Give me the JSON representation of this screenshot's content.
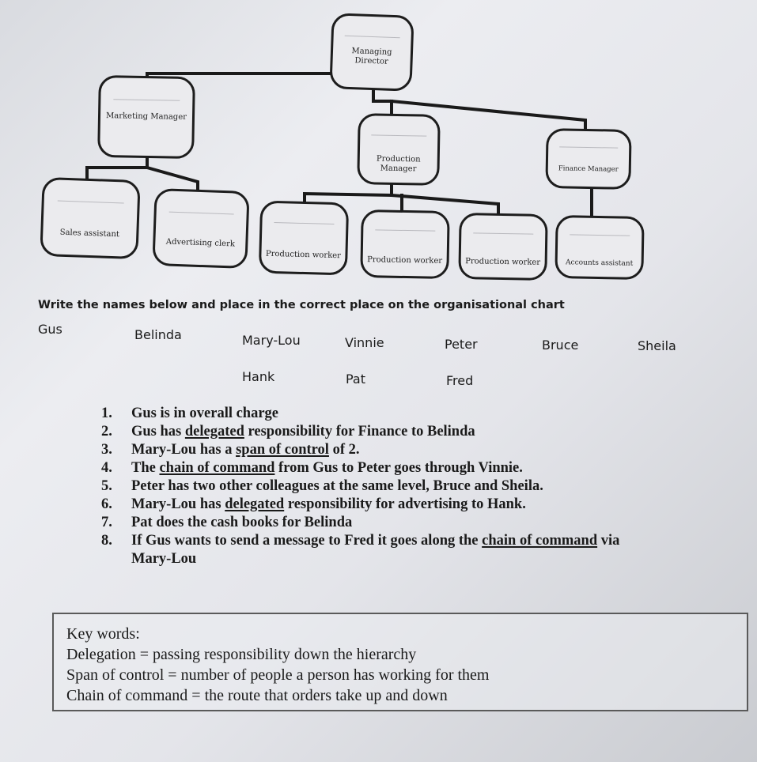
{
  "org_chart": {
    "top": "Managing Director",
    "managers": [
      "Marketing Manager",
      "Production Manager",
      "Finance Manager"
    ],
    "staff": [
      "Sales assistant",
      "Advertising clerk",
      "Production worker",
      "Production worker",
      "Production worker",
      "Accounts assistant"
    ]
  },
  "instruction": "Write the names below and place in the correct place on the organisational chart",
  "names_row1": [
    "Gus",
    "Belinda",
    "Mary-Lou",
    "Vinnie",
    "Peter",
    "Bruce",
    "Sheila"
  ],
  "names_row2": [
    "Hank",
    "Pat",
    "Fred"
  ],
  "clues": [
    {
      "num": "1.",
      "pre": "Gus is in overall charge"
    },
    {
      "num": "2.",
      "pre": "Gus has ",
      "u": "delegated",
      "post": " responsibility for Finance to Belinda"
    },
    {
      "num": "3.",
      "pre": "Mary-Lou has a ",
      "u": "span of control",
      "post": " of 2."
    },
    {
      "num": "4.",
      "pre": "The ",
      "u": "chain of command",
      "post": " from Gus to Peter goes through Vinnie."
    },
    {
      "num": "5.",
      "pre": "Peter has two other colleagues at the same level, Bruce and Sheila."
    },
    {
      "num": "6.",
      "pre": "Mary-Lou has ",
      "u": "delegated",
      "post": " responsibility for advertising to Hank."
    },
    {
      "num": "7.",
      "pre": "Pat does the cash books for Belinda"
    },
    {
      "num": "8.",
      "pre": "If Gus wants to send a message to Fred it goes along the ",
      "u": "chain of command",
      "post": " via",
      "cont": "Mary-Lou"
    }
  ],
  "key_words": {
    "title": "Key words:",
    "items": [
      "Delegation = passing responsibility down the hierarchy",
      "Span of control = number of people a person has working for them",
      "Chain of command = the route that orders take up and down"
    ]
  }
}
